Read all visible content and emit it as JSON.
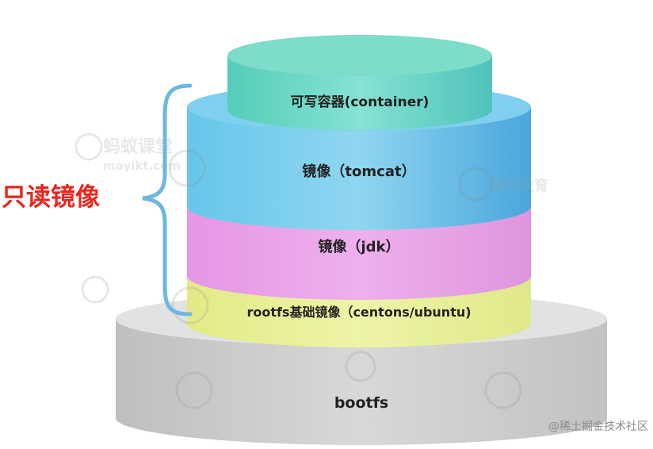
{
  "side_label": "只读镜像",
  "layers": [
    {
      "key": "bootfs",
      "label": "bootfs",
      "color": "#cfcfcf"
    },
    {
      "key": "rootfs",
      "label": "rootfs基础镜像（centons/ubuntu)",
      "color": "#e9f099"
    },
    {
      "key": "jdk",
      "label": "镜像（jdk）",
      "color": "#e7a2e6"
    },
    {
      "key": "tomcat",
      "label": "镜像（tomcat）",
      "color": "#5fc0e6"
    },
    {
      "key": "container",
      "label": "可写容器(container)",
      "color": "#5fd2c0"
    }
  ],
  "bracket_color": "#6fb7e0",
  "watermark": {
    "brand_text": "蚂蚁课堂",
    "url_text": "mayikt.com",
    "edu_text": "每特教育"
  },
  "credit": "@稀土掘金技术社区"
}
